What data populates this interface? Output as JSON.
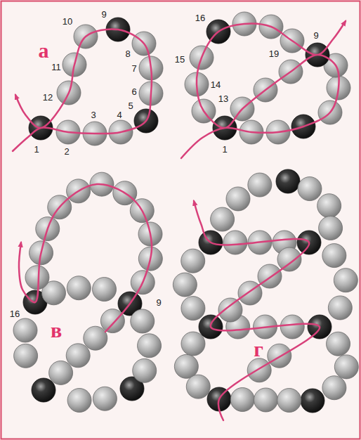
{
  "diagram": {
    "labels": [
      "а",
      "1",
      "2",
      "3",
      "4",
      "5",
      "6",
      "7",
      "8",
      "9",
      "10",
      "11",
      "12",
      "16",
      "15",
      "14",
      "13",
      "1",
      "19",
      "9",
      "16",
      "9",
      "в",
      "г"
    ]
  }
}
